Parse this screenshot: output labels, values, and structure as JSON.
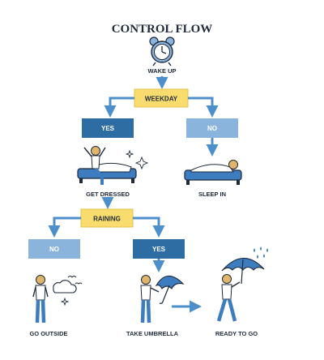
{
  "title": "CONTROL FLOW",
  "colors": {
    "decision_fill": "#f9dc6e",
    "yes_fill": "#2e6da4",
    "no_fill": "#8bb4dd",
    "arrow": "#4d8fcb",
    "ink": "#1f2a3a",
    "shirt": "#ffffff",
    "jeans": "#3d7dbf",
    "hair": "#e0b56a"
  },
  "steps": {
    "wake_up": "WAKE UP",
    "weekday": "WEEKDAY",
    "yes_top": "YES",
    "no_top": "NO",
    "get_dressed": "GET DRESSED",
    "sleep_in": "SLEEP IN",
    "raining": "RAINING",
    "no_bottom": "NO",
    "yes_bottom": "YES",
    "go_outside": "GO OUTSIDE",
    "take_umbrella": "TAKE UMBRELLA",
    "ready_to_go": "READY TO GO"
  },
  "icons": [
    "alarm-clock-icon",
    "bed-icon",
    "cloud-icon",
    "umbrella-icon",
    "rain-drops-icon",
    "sparkle-icon",
    "bird-icon"
  ]
}
